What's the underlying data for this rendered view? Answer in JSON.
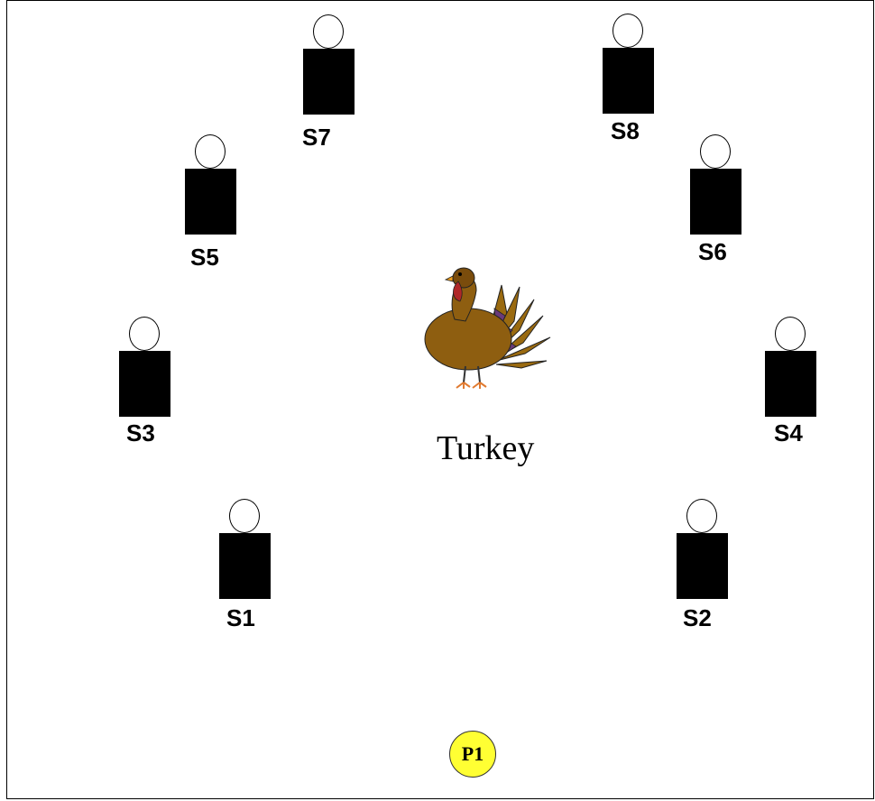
{
  "stations": [
    {
      "id": "s7",
      "label": "S7"
    },
    {
      "id": "s8",
      "label": "S8"
    },
    {
      "id": "s5",
      "label": "S5"
    },
    {
      "id": "s6",
      "label": "S6"
    },
    {
      "id": "s3",
      "label": "S3"
    },
    {
      "id": "s4",
      "label": "S4"
    },
    {
      "id": "s1",
      "label": "S1"
    },
    {
      "id": "s2",
      "label": "S2"
    }
  ],
  "center": {
    "label": "Turkey",
    "icon": "turkey-icon"
  },
  "marker": {
    "label": "P1",
    "color": "#ffff33"
  }
}
